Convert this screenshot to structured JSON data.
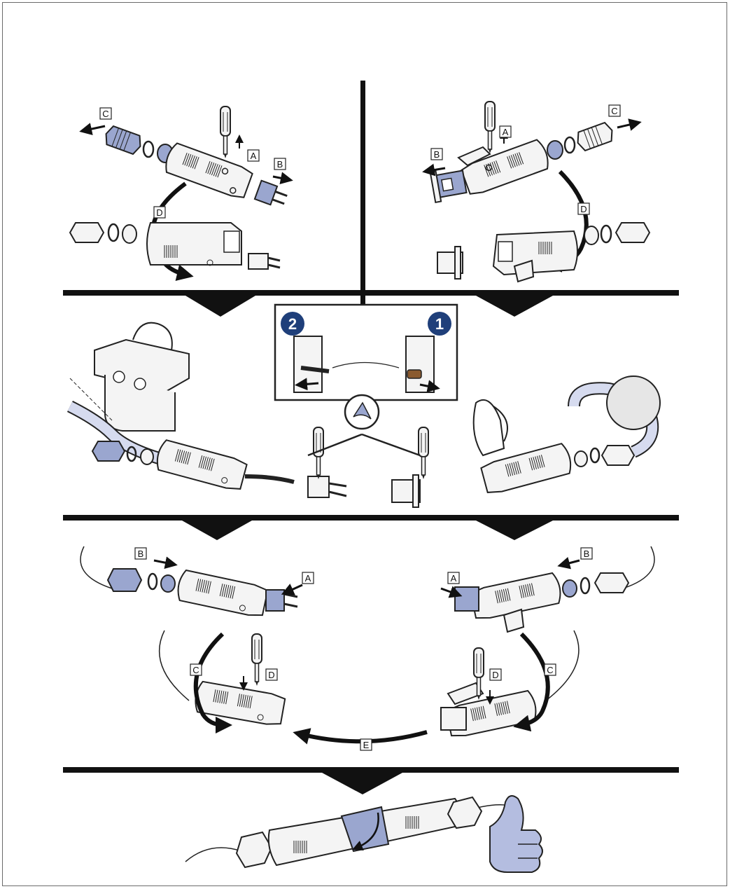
{
  "colors": {
    "accent_blue": "#9aa6cf",
    "badge_navy": "#1f3f7a",
    "ink": "#111111",
    "line": "#222222"
  },
  "labels": {
    "p1_A": "A",
    "p1_B": "B",
    "p1_C": "C",
    "p1_D": "D",
    "p2_A": "A",
    "p2_B": "B",
    "p2_C": "C",
    "p2_D": "D",
    "p4_A": "A",
    "p4_B": "B",
    "p4_C": "C",
    "p4_D": "D",
    "p5_A": "A",
    "p5_B": "B",
    "p5_C": "C",
    "p5_D": "D",
    "p_E": "E"
  },
  "inset": {
    "step_1": "1",
    "step_2": "2"
  },
  "icons": {
    "screwdriver": "screwdriver-icon",
    "thumbs_up": "thumbs-up-icon",
    "wrap_tool": "wrap-tool-icon",
    "down_chevron": "down-chevron-icon"
  }
}
